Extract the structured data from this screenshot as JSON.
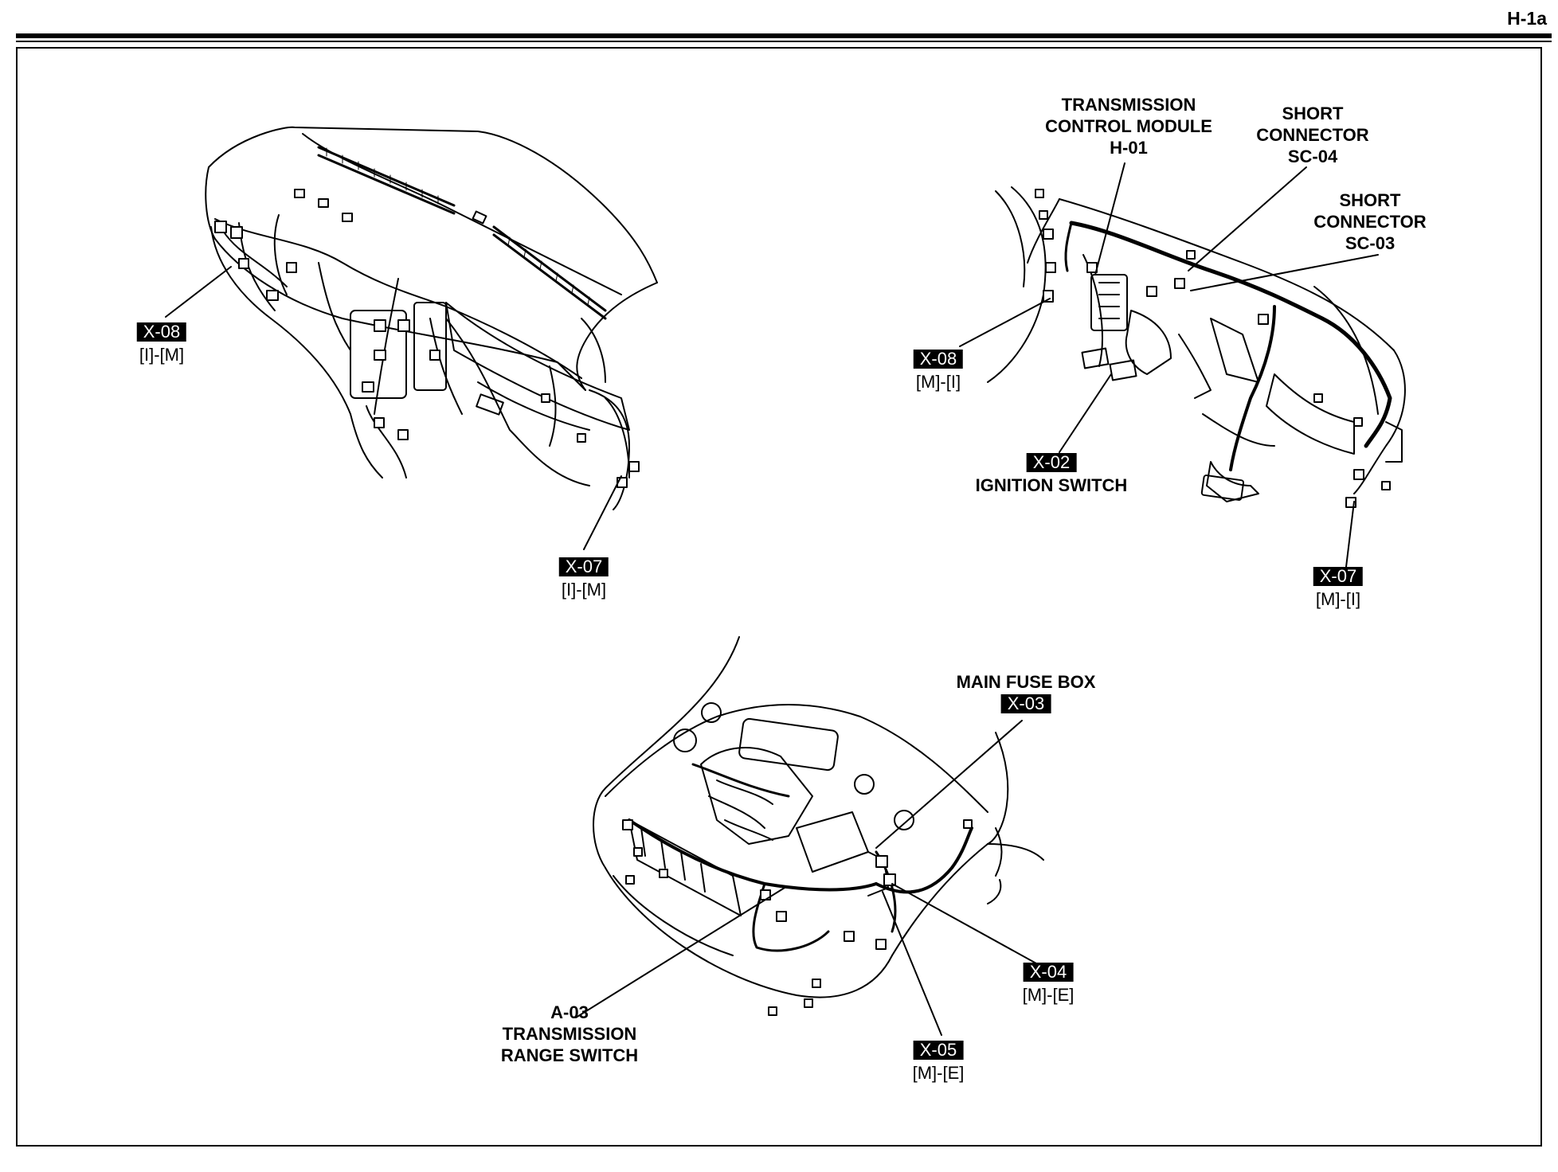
{
  "page_id": "H-1a",
  "instrument_panel": {
    "x08": {
      "code": "X-08",
      "pins": "[I]-[M]"
    },
    "x07": {
      "code": "X-07",
      "pins": "[I]-[M]"
    }
  },
  "dash_harness": {
    "tcm": {
      "line1": "TRANSMISSION",
      "line2": "CONTROL MODULE",
      "line3": "H-01"
    },
    "sc04": {
      "line1": "SHORT",
      "line2": "CONNECTOR",
      "line3": "SC-04"
    },
    "sc03": {
      "line1": "SHORT",
      "line2": "CONNECTOR",
      "line3": "SC-03"
    },
    "x08": {
      "code": "X-08",
      "pins": "[M]-[I]"
    },
    "x02": {
      "code": "X-02",
      "name": "IGNITION SWITCH"
    },
    "x07": {
      "code": "X-07",
      "pins": "[M]-[I]"
    }
  },
  "engine_bay": {
    "fuse_box": {
      "name": "MAIN FUSE BOX",
      "code": "X-03"
    },
    "x04": {
      "code": "X-04",
      "pins": "[M]-[E]"
    },
    "x05": {
      "code": "X-05",
      "pins": "[M]-[E]"
    },
    "a03": {
      "line1": "A-03",
      "line2": "TRANSMISSION",
      "line3": "RANGE SWITCH"
    }
  }
}
